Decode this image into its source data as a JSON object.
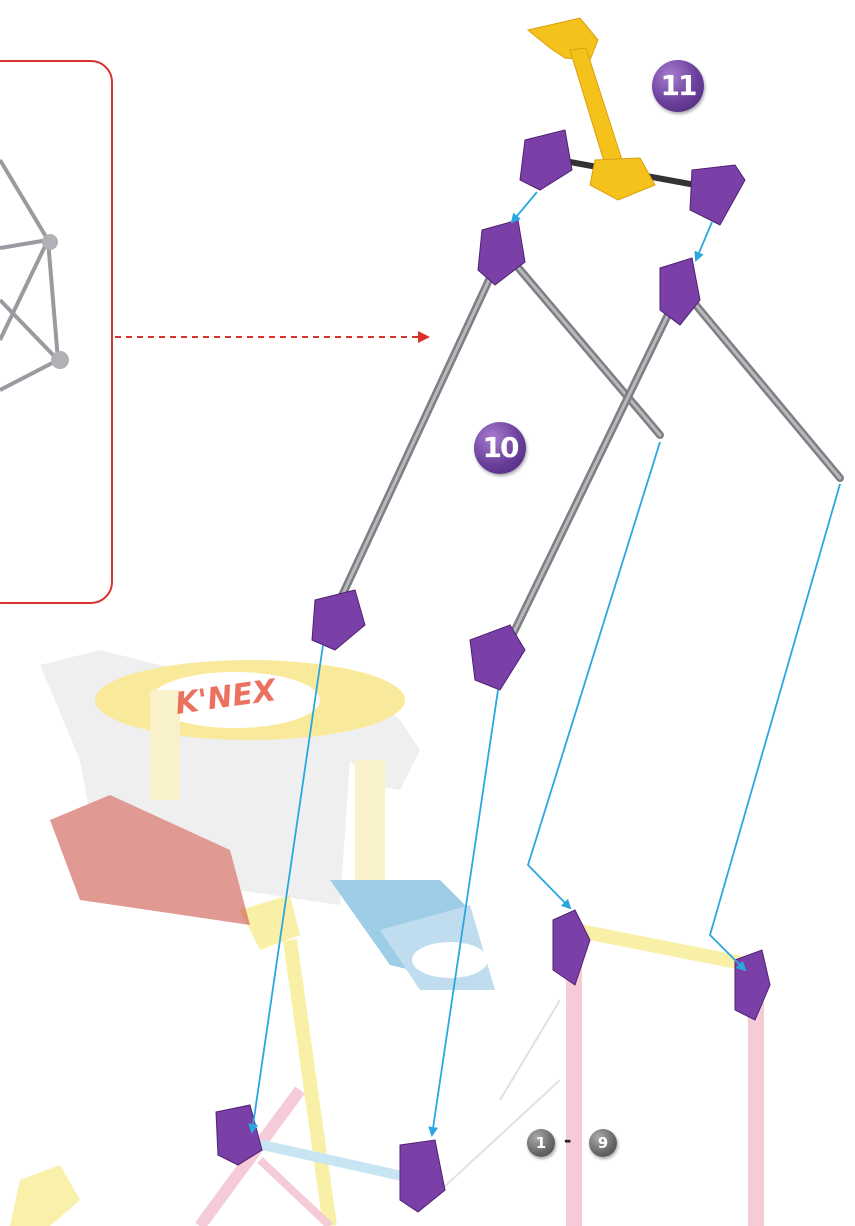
{
  "steps": {
    "step_11": "11",
    "step_10": "10",
    "range_start": "1",
    "range_dash": "-",
    "range_end": "9"
  },
  "colors": {
    "connector_purple": "#7b3fa8",
    "rod_grey": "#8e8e93",
    "guide_blue": "#2aa7e0",
    "callout_red": "#d9312b",
    "yellow_part": "#f5c21c",
    "faded_pink": "#f3c3cf",
    "faded_yellow": "#f8ee9a",
    "faded_blue": "#bfe1f1"
  },
  "logo": {
    "brand": "K'NEX"
  }
}
